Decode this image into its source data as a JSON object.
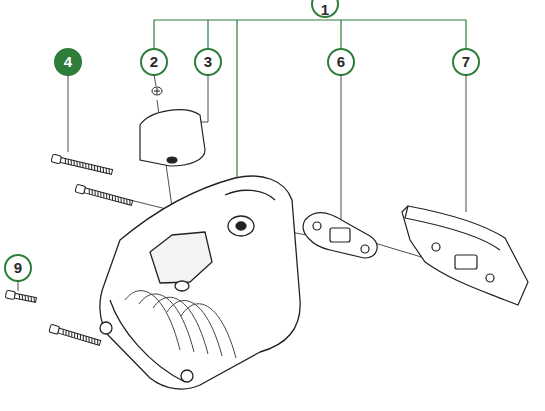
{
  "diagram": {
    "labels": [
      "1",
      "4",
      "2",
      "3",
      "6",
      "7",
      "9"
    ]
  }
}
